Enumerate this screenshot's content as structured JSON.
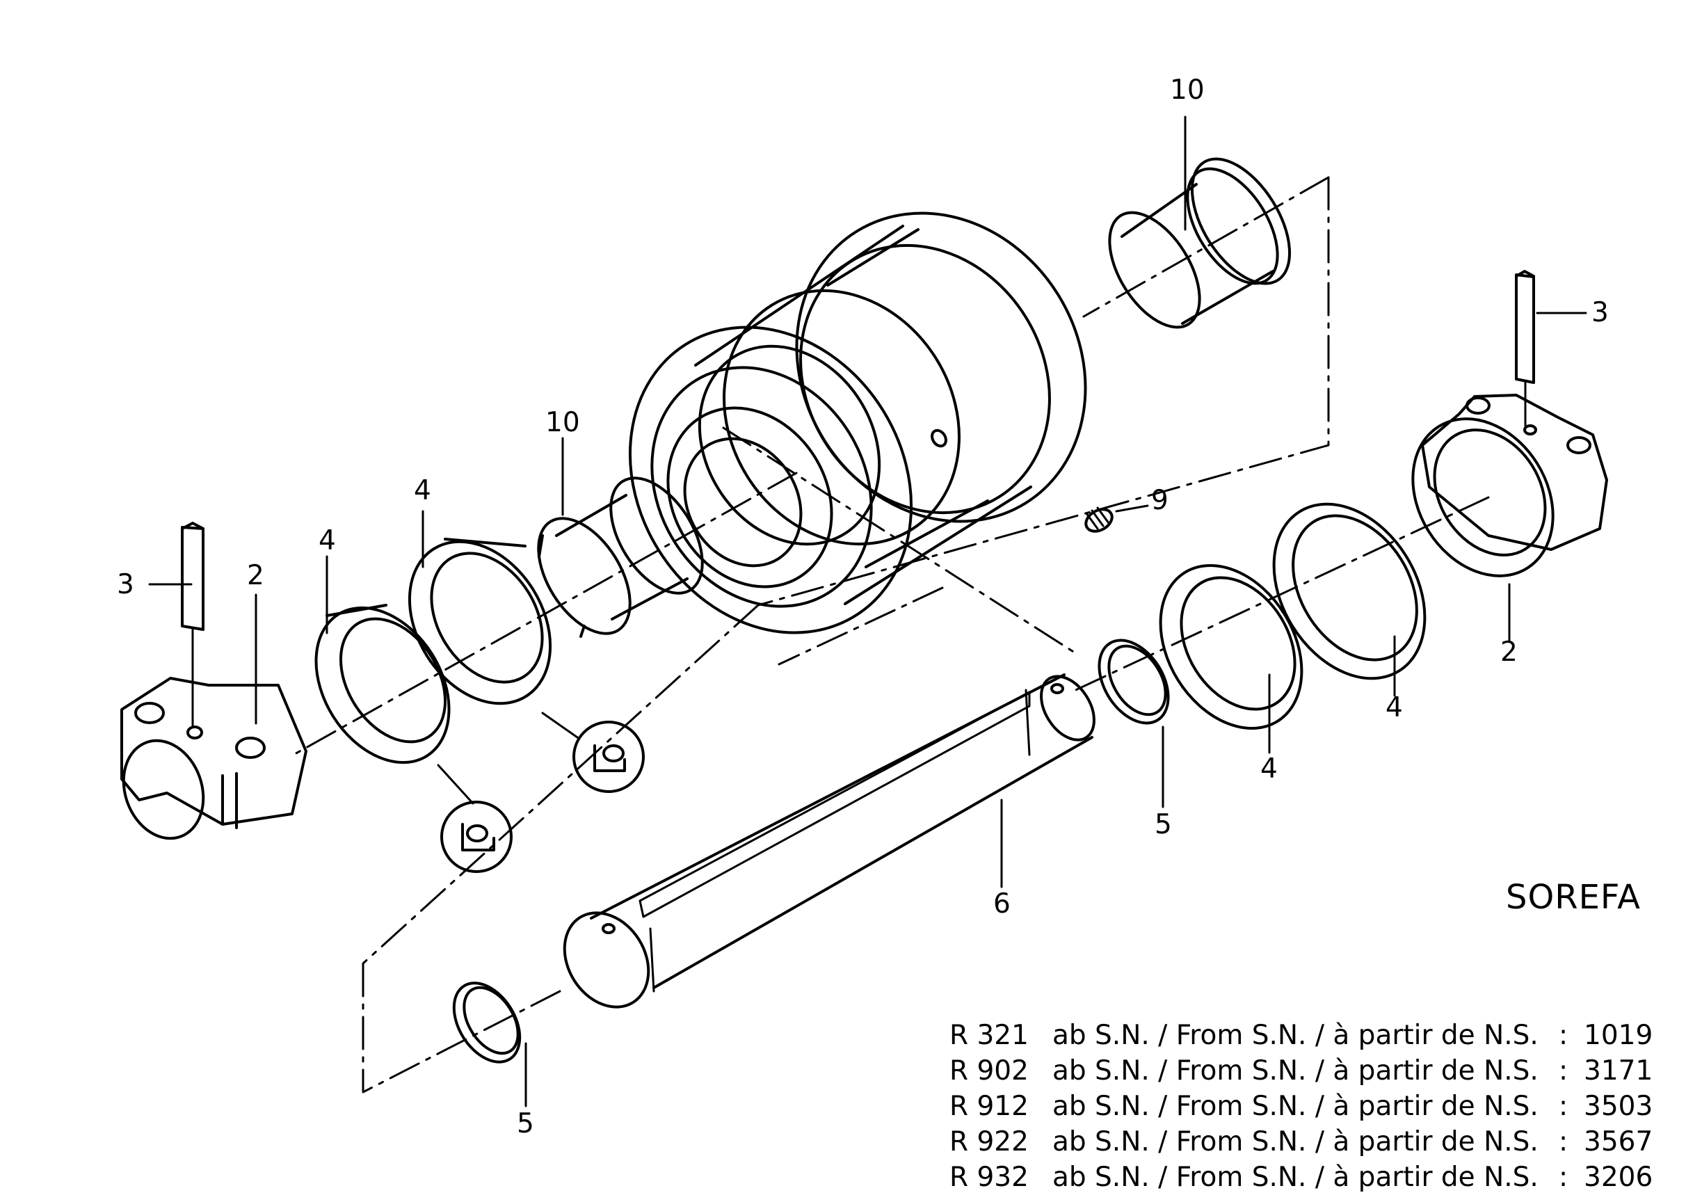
{
  "brand": "SOREFA",
  "callouts": {
    "c10_top": "10",
    "c10_mid": "10",
    "c9": "9",
    "c3_left": "3",
    "c3_right": "3",
    "c2_left": "2",
    "c2_right": "2",
    "c4_a": "4",
    "c4_b": "4",
    "c4_c": "4",
    "c4_d": "4",
    "c5_right": "5",
    "c5_bottom": "5",
    "c6": "6"
  },
  "serial_numbers": [
    {
      "model": "R 321",
      "text": "ab S.N. / From S.N. / à partir de N.S.",
      "sep": ":",
      "value": "1019"
    },
    {
      "model": "R 902",
      "text": "ab S.N. / From S.N. / à partir de N.S.",
      "sep": ":",
      "value": "3171"
    },
    {
      "model": "R 912",
      "text": "ab S.N. / From S.N. / à partir de N.S.",
      "sep": ":",
      "value": "3503"
    },
    {
      "model": "R 922",
      "text": "ab S.N. / From S.N. / à partir de N.S.",
      "sep": ":",
      "value": "3567"
    },
    {
      "model": "R 932",
      "text": "ab S.N. / From S.N. / à partir de N.S.",
      "sep": ":",
      "value": "3206"
    }
  ]
}
